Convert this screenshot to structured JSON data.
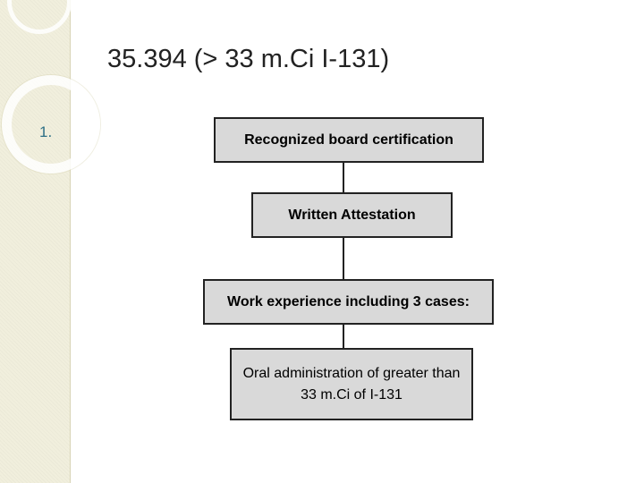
{
  "slide": {
    "title": "35.394 (> 33 m.Ci I-131)",
    "bullet_number": "1."
  },
  "flowchart": {
    "steps": [
      {
        "label": "Recognized board certification"
      },
      {
        "label": "Written Attestation"
      },
      {
        "label": "Work experience including 3 cases:"
      },
      {
        "label": "Oral administration of greater than 33 m.Ci of I-131"
      }
    ]
  },
  "colors": {
    "box_fill": "#d9d9d9",
    "box_border": "#222222",
    "bullet": "#2e6f86",
    "sidebar": "#f1efdd"
  }
}
